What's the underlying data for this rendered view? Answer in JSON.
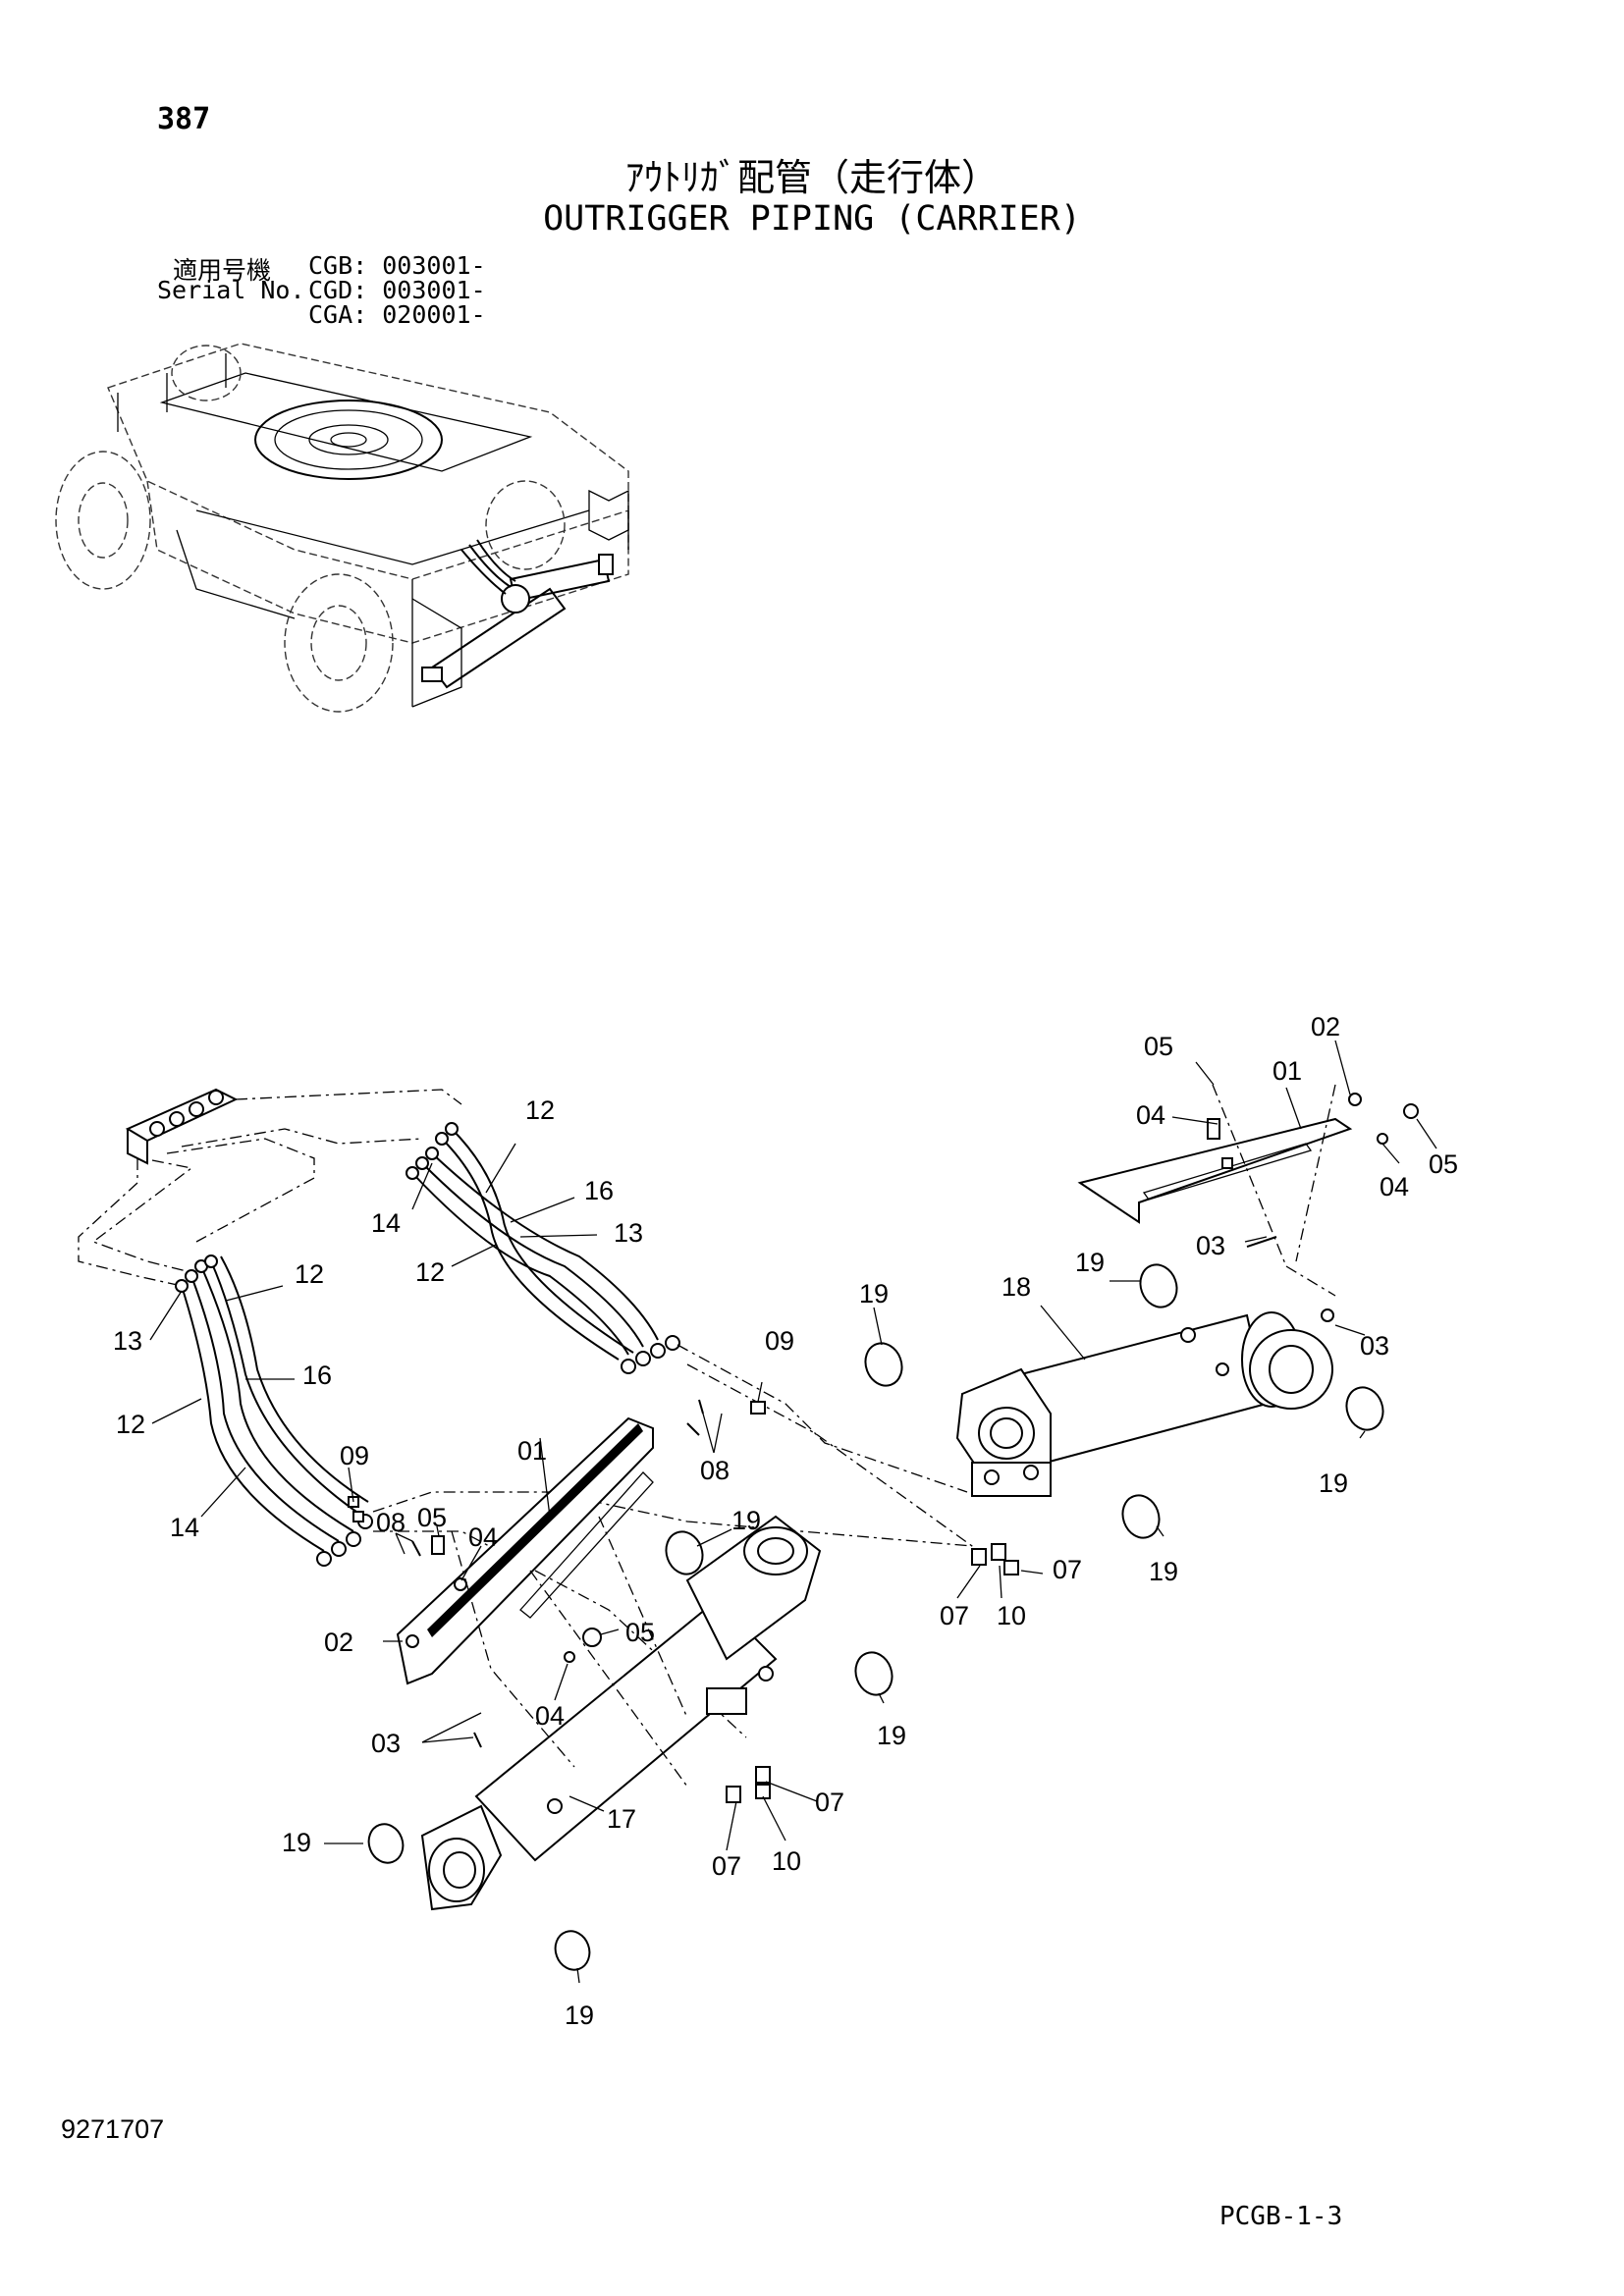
{
  "page_number": "387",
  "title_jp": "ｱｳﾄﾘｶﾞ配管（走行体）",
  "title_en": "OUTRIGGER PIPING (CARRIER)",
  "serial": {
    "label_jp": "適用号機",
    "label_en": "Serial No.",
    "codes": [
      "CGB: 003001-",
      "CGD: 003001-",
      "CGA: 020001-"
    ]
  },
  "doc_number": "9271707",
  "page_code": "PCGB-1-3",
  "callouts": {
    "c05a": "05",
    "c02a": "02",
    "c01a": "01",
    "c04a": "04",
    "c04b": "04",
    "c05b": "05",
    "c03a": "03",
    "c19a": "19",
    "c18": "18",
    "c03b": "03",
    "c19b": "19",
    "c19c": "19",
    "c09a": "09",
    "c08a": "08",
    "c19d": "19",
    "c07a": "07",
    "c07b": "07",
    "c10a": "10",
    "c12a": "12",
    "c16a": "16",
    "c14a": "14",
    "c13a": "13",
    "c12b": "12",
    "c12c": "12",
    "c13b": "13",
    "c16b": "16",
    "c12d": "12",
    "c09b": "09",
    "c14b": "14",
    "c08b": "08",
    "c05c": "05",
    "c04c": "04",
    "c01b": "01",
    "c19e": "19",
    "c02b": "02",
    "c05d": "05",
    "c04d": "04",
    "c03c": "03",
    "c19f": "19",
    "c07c": "07",
    "c07d": "07",
    "c10b": "10",
    "c17": "17",
    "c19g": "19",
    "c19h": "19"
  }
}
